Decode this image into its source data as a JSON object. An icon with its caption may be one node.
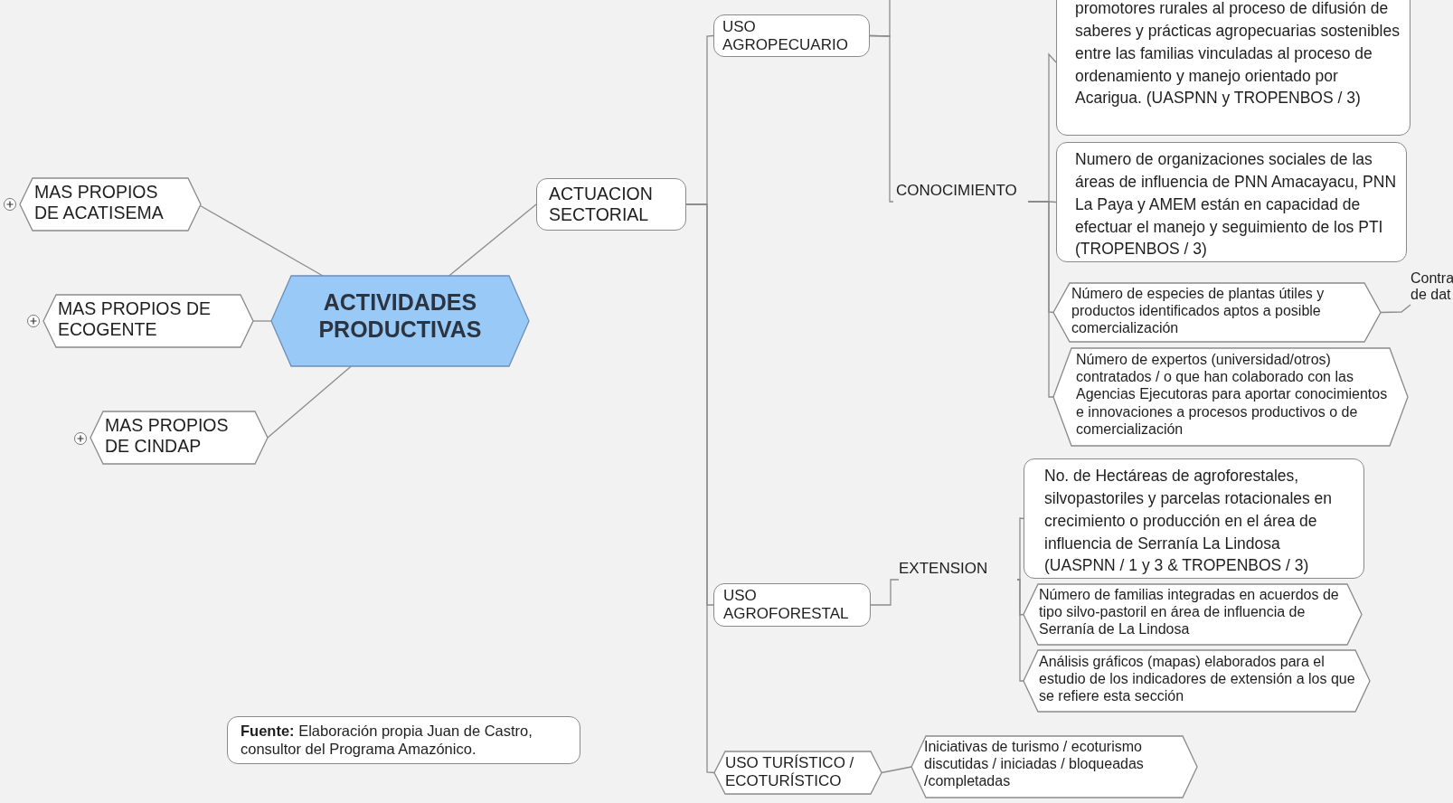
{
  "diagram": {
    "nodes": [
      {
        "text": [
          "ACTIVIDADES PRODUCTIVAS"
        ]
      },
      {
        "text": [
          "MAS PROPIOS DE ACATISEMA"
        ]
      },
      {
        "text": [
          "MAS PROPIOS DE ECOGENTE"
        ]
      },
      {
        "text": [
          "MAS PROPIOS DE CINDAP"
        ]
      },
      {
        "text": [
          "ACTUACION SECTORIAL"
        ]
      },
      {
        "text": [
          "USO AGROPECUARIO"
        ]
      },
      {
        "text": [
          "CONOCIMIENTO"
        ]
      },
      {
        "text": [
          "promotores rurales al proceso de difusión de saberes y prácticas agropecuarias sostenibles entre las familias vinculadas al proceso de ordenamiento y manejo orientado por Acarigua. (UASPNN y TROPENBOS / 3)"
        ]
      },
      {
        "text": [
          "Numero de organizaciones sociales de las áreas de influencia de PNN Amacayacu, PNN La Paya y AMEM están en capacidad de efectuar el manejo y seguimiento de los PTI (TROPENBOS / 3)"
        ]
      },
      {
        "text": [
          "Número de especies de plantas útiles y productos identificados aptos a posible comercialización"
        ]
      },
      {
        "text": [
          "Contra de dat"
        ]
      },
      {
        "text": [
          "Número de expertos (universidad/otros) contratados / o que han colaborado con las Agencias Ejecutoras para aportar conocimientos e innovaciones a procesos productivos o de comercialización"
        ]
      },
      {
        "text": [
          "USO AGROFORESTAL"
        ]
      },
      {
        "text": [
          "EXTENSION"
        ]
      },
      {
        "text": [
          "No. de Hectáreas de agroforestales, silvopastoriles y parcelas rotacionales en crecimiento o producción en el área de influencia de Serranía La Lindosa (UASPNN / 1 y 3 & TROPENBOS / 3)"
        ]
      },
      {
        "text": [
          "Número de familias integradas en acuerdos de tipo silvo-pastoril en área de influencia de Serranía de La Lindosa"
        ]
      },
      {
        "text": [
          "Análisis gráficos (mapas) elaborados para el estudio de los indicadores de extensión a los que se refiere esta sección"
        ]
      },
      {
        "text": [
          "USO TURÍSTICO / ECOTURÍSTICO"
        ]
      },
      {
        "text": [
          "Iniciativas de turismo / ecoturismo discutidas / iniciadas / bloqueadas /completadas"
        ]
      },
      {
        "text": [
          "**Fuente:** Elaboración propia Juan de Castro, consultor del Programa Amazónico."
        ]
      }
    ],
    "edges": [
      {
        "from": 0,
        "to": 1,
        "arrow": "none"
      },
      {
        "from": 0,
        "to": 2,
        "arrow": "none"
      },
      {
        "from": 0,
        "to": 3,
        "arrow": "none"
      },
      {
        "from": 0,
        "to": 4,
        "arrow": "none"
      },
      {
        "from": 4,
        "to": 5,
        "arrow": "none"
      },
      {
        "from": 4,
        "to": 12,
        "arrow": "none"
      },
      {
        "from": 4,
        "to": 17,
        "arrow": "none"
      },
      {
        "from": 5,
        "to": null,
        "arrow": "none"
      },
      {
        "from": 5,
        "to": 6,
        "arrow": "none"
      },
      {
        "from": 6,
        "to": 7,
        "arrow": "none"
      },
      {
        "from": 6,
        "to": 8,
        "arrow": "none"
      },
      {
        "from": 6,
        "to": 9,
        "arrow": "none"
      },
      {
        "from": 6,
        "to": 11,
        "arrow": "none"
      },
      {
        "from": 9,
        "to": 10,
        "arrow": "none"
      },
      {
        "from": 12,
        "to": 13,
        "arrow": "none"
      },
      {
        "from": 13,
        "to": 14,
        "arrow": "none"
      },
      {
        "from": 13,
        "to": 15,
        "arrow": "none"
      },
      {
        "from": 13,
        "to": 16,
        "arrow": "none"
      },
      {
        "from": 17,
        "to": 18,
        "arrow": "none"
      }
    ]
  }
}
